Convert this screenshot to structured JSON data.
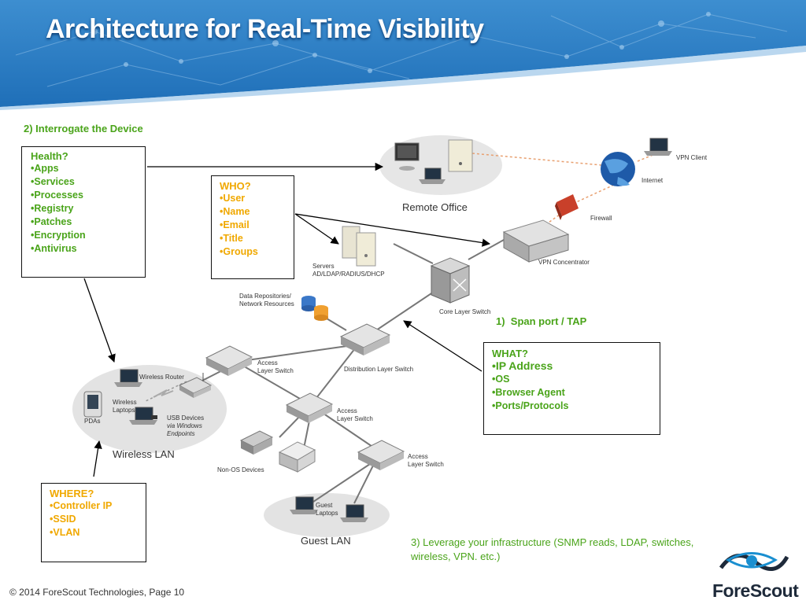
{
  "title": "Architecture for Real-Time Visibility",
  "step2_label": "2) Interrogate the Device",
  "step1_label": "1)  Span port / TAP",
  "step3_label": "3) Leverage your infrastructure (SNMP reads, LDAP, switches, wireless, VPN. etc.)",
  "health_box": {
    "title": "Health?",
    "items": [
      "•Apps",
      "•Services",
      "•Processes",
      "•Registry",
      "•Patches",
      "•Encryption",
      "•Antivirus"
    ]
  },
  "who_box": {
    "title": "WHO?",
    "items": [
      "•User",
      "•Name",
      "•Email",
      "•Title",
      "•Groups"
    ]
  },
  "what_box": {
    "title": "WHAT?",
    "items": [
      "•IP Address",
      "•OS",
      "•Browser Agent",
      "•Ports/Protocols"
    ]
  },
  "where_box": {
    "title": "WHERE?",
    "items": [
      "•Controller IP",
      "•SSID",
      "•VLAN"
    ]
  },
  "diagram_labels": {
    "remote_office": "Remote Office",
    "vpn_client": "VPN Client",
    "internet": "Internet",
    "firewall": "Firewall",
    "vpn_concentrator": "VPN Concentrator",
    "servers": "Servers",
    "servers_sub": "AD/LDAP/RADIUS/DHCP",
    "data_repos": "Data Repositories/",
    "data_repos_sub": "Network Resources",
    "core_switch": "Core Layer Switch",
    "distribution_switch": "Distribution Layer Switch",
    "access_switch_1a": "Access",
    "access_switch_1b": "Layer Switch",
    "access_switch_2a": "Access",
    "access_switch_2b": "Layer Switch",
    "access_switch_3a": "Access",
    "access_switch_3b": "Layer Switch",
    "wireless_router": "Wireless Router",
    "wireless_laptops_a": "Wireless",
    "wireless_laptops_b": "Laptops",
    "usb_devices_a": "USB Devices",
    "usb_devices_b": "via Windows",
    "usb_devices_c": "Endpoints",
    "pdas": "PDAs",
    "wireless_lan": "Wireless LAN",
    "non_os_devices": "Non-OS Devices",
    "guest_laptops_a": "Guest",
    "guest_laptops_b": "Laptops",
    "guest_lan": "Guest LAN"
  },
  "footer": "© 2014 ForeScout Technologies, Page 10",
  "logo_text": "ForeScout",
  "colors": {
    "banner": "#2f7fc4",
    "green_text": "#4aa41a",
    "yellow_text": "#f0a800",
    "logo_blue": "#1a8fd0"
  }
}
